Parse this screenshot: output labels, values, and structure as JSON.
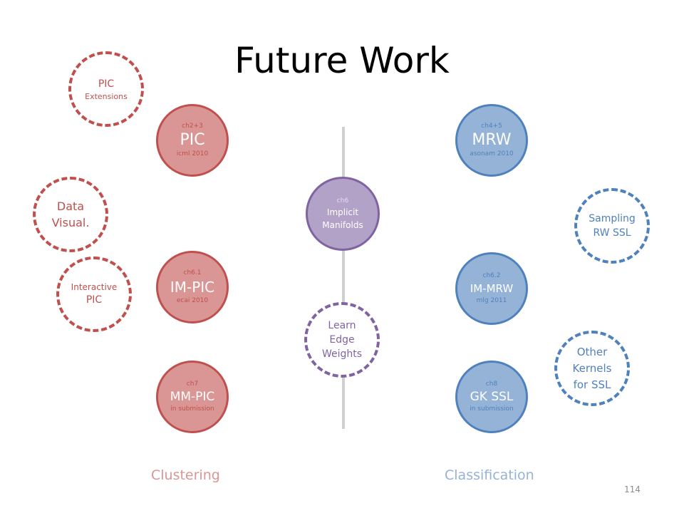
{
  "title": "Future Work",
  "nodes": {
    "pic": {
      "ch": "ch2+3",
      "name": "PIC",
      "venue": "icml 2010"
    },
    "im_pic": {
      "ch": "ch6.1",
      "name": "IM-PIC",
      "venue": "ecai 2010"
    },
    "mm_pic": {
      "ch": "ch7",
      "name": "MM-PIC",
      "venue": "in submission"
    },
    "implicit": {
      "ch": "ch6",
      "line1": "Implicit",
      "line2": "Manifolds"
    },
    "mrw": {
      "ch": "ch4+5",
      "name": "MRW",
      "venue": "asonam 2010"
    },
    "im_mrw": {
      "ch": "ch6.2",
      "name": "IM-MRW",
      "venue": "mlg 2011"
    },
    "gk_ssl": {
      "ch": "ch8",
      "name": "GK SSL",
      "venue": "in submission"
    }
  },
  "future": {
    "pic_ext": {
      "line1": "PIC",
      "line2": "Extensions"
    },
    "data_visual": {
      "line1": "Data",
      "line2": "Visual."
    },
    "interactive_pic": {
      "line1": "Interactive",
      "line2": "PIC"
    },
    "learn_edge": {
      "line1": "Learn",
      "line2": "Edge",
      "line3": "Weights"
    },
    "sampling": {
      "line1": "Sampling",
      "line2": "RW SSL"
    },
    "other_kernels": {
      "line1": "Other",
      "line2": "Kernels",
      "line3": "for SSL"
    }
  },
  "labels": {
    "clustering": "Clustering",
    "classification": "Classification"
  },
  "page_number": "114",
  "colors": {
    "red": "#c0504d",
    "red_fill": "#d99694",
    "blue": "#4f81bd",
    "blue_fill": "#95b3d7",
    "purple": "#8064a2",
    "purple_fill": "#b3a2c7"
  }
}
